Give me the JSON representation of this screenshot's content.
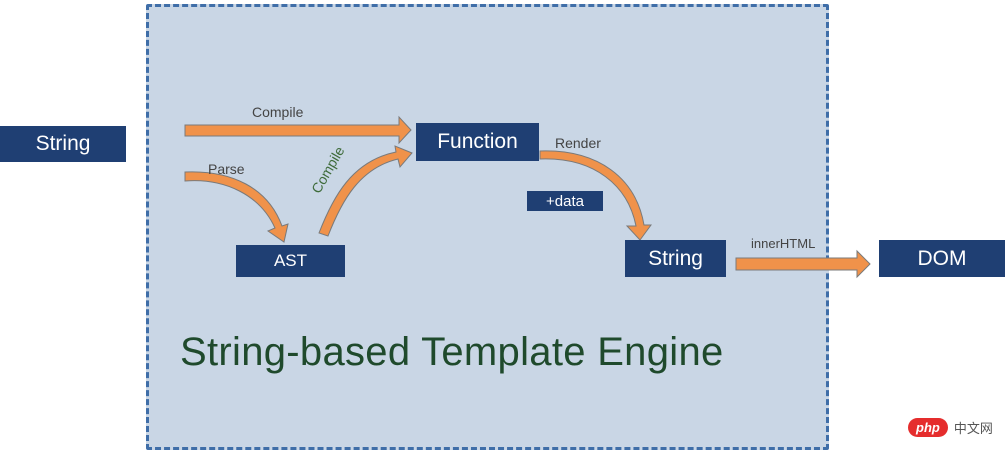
{
  "nodes": {
    "string_input": "String",
    "function": "Function",
    "ast": "AST",
    "string_output": "String",
    "dom": "DOM",
    "data": "+data"
  },
  "edges": {
    "compile_top": "Compile",
    "parse": "Parse",
    "compile_curve": "Compile",
    "render": "Render",
    "inner_html": "innerHTML"
  },
  "engine_title": "String-based Template Engine",
  "watermark": {
    "logo": "php",
    "text": "中文网"
  },
  "colors": {
    "engine_fill": "#c9d6e5",
    "engine_border": "#3f6ea8",
    "node_fill": "#1f3f73",
    "arrow_fill": "#f0924a",
    "arrow_stroke": "#7a7a7a",
    "title_color": "#1f4a2c"
  }
}
